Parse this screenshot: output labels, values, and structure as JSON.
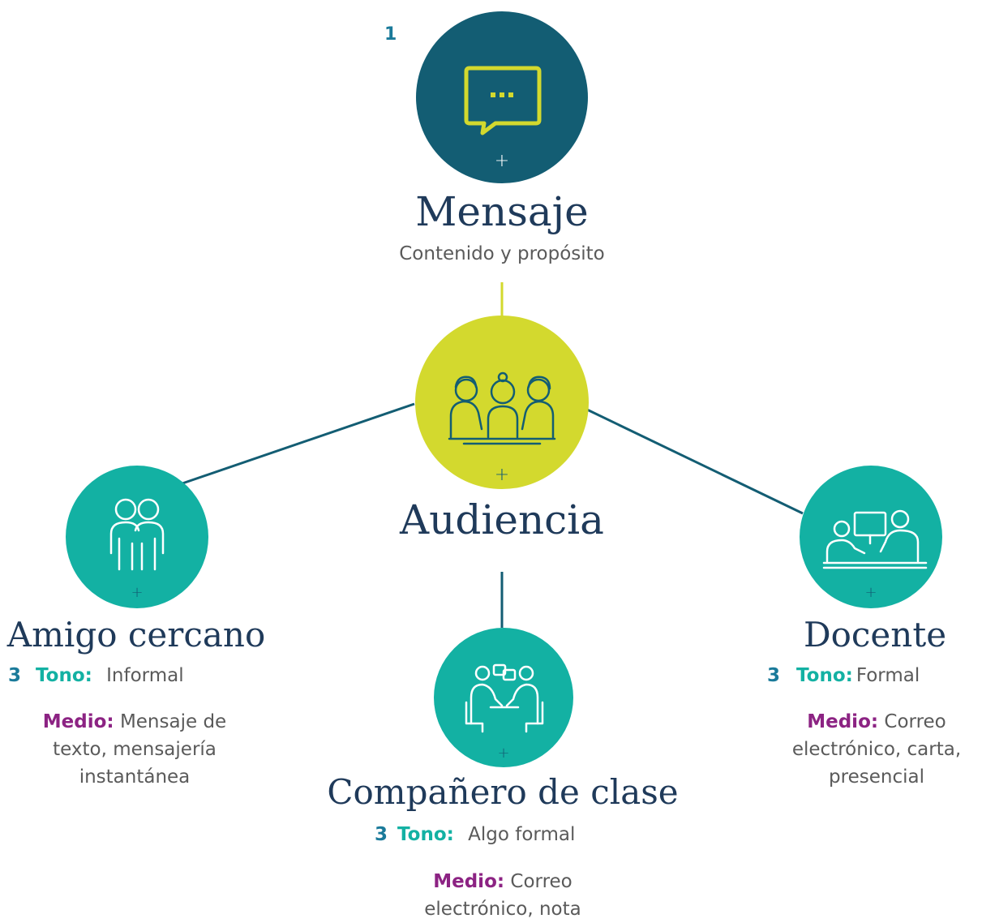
{
  "colors": {
    "navy": "#135d73",
    "lime": "#d3d92e",
    "teal": "#13b1a3",
    "title": "#1f3a5a",
    "tone_key": "#13b1a3",
    "medium_key": "#8c2383",
    "number": "#1a7a9a"
  },
  "mensaje": {
    "step": "1",
    "icon": "speech-bubble-icon",
    "plus": "+",
    "title": "Mensaje",
    "subtitle": "Contenido y propósito"
  },
  "audiencia": {
    "icon": "meeting-group-icon",
    "plus": "+",
    "title": "Audiencia"
  },
  "amigo": {
    "icon": "two-friends-icon",
    "plus": "+",
    "title": "Amigo cercano",
    "step": "3",
    "tone_label": "Tono:",
    "tone_value": "Informal",
    "medium_label": "Medio:",
    "medium_lines": [
      "Mensaje de",
      "texto, mensajería",
      "instantánea"
    ]
  },
  "companero": {
    "icon": "classmates-talking-icon",
    "plus": "+",
    "title": "Compañero de clase",
    "step": "3",
    "tone_label": "Tono:",
    "tone_value": "Algo formal",
    "medium_label": "Medio:",
    "medium_lines": [
      "Correo",
      "electrónico, nota"
    ]
  },
  "docente": {
    "icon": "teacher-student-desk-icon",
    "plus": "+",
    "title": "Docente",
    "step": "3",
    "tone_label": "Tono:",
    "tone_value": "Formal",
    "medium_label": "Medio:",
    "medium_lines": [
      "Correo",
      "electrónico, carta,",
      "presencial"
    ]
  }
}
